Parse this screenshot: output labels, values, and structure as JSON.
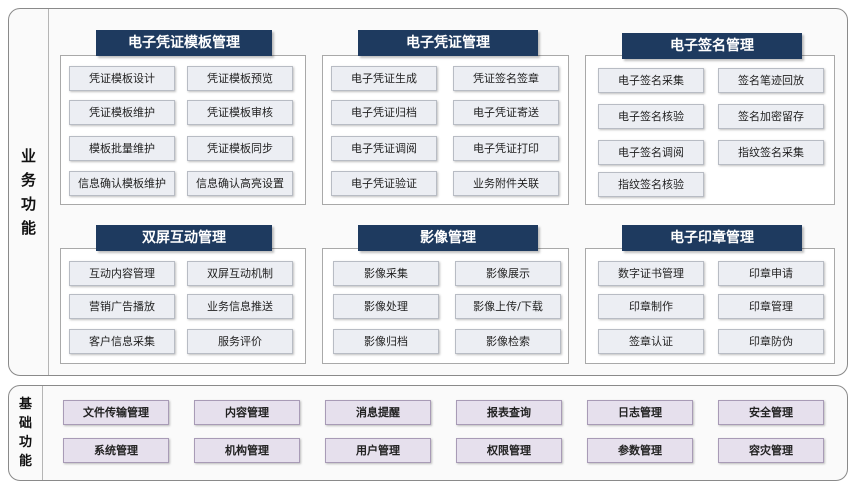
{
  "business": {
    "label": [
      "业",
      "务",
      "功",
      "能"
    ],
    "groups": [
      {
        "title": "电子凭证模板管理",
        "items": [
          "凭证模板设计",
          "凭证模板预览",
          "凭证模板维护",
          "凭证模板审核",
          "模板批量维护",
          "凭证模板同步",
          "信息确认模板维护",
          "信息确认高亮设置"
        ]
      },
      {
        "title": "电子凭证管理",
        "items": [
          "电子凭证生成",
          "凭证签名签章",
          "电子凭证归档",
          "电子凭证寄送",
          "电子凭证调阅",
          "电子凭证打印",
          "电子凭证验证",
          "业务附件关联"
        ]
      },
      {
        "title": "电子签名管理",
        "items": [
          "电子签名采集",
          "签名笔迹回放",
          "电子签名核验",
          "签名加密留存",
          "电子签名调阅",
          "指纹签名采集",
          "指纹签名核验"
        ]
      },
      {
        "title": "双屏互动管理",
        "items": [
          "互动内容管理",
          "双屏互动机制",
          "营销广告播放",
          "业务信息推送",
          "客户信息采集",
          "服务评价"
        ]
      },
      {
        "title": "影像管理",
        "items": [
          "影像采集",
          "影像展示",
          "影像处理",
          "影像上传/下载",
          "影像归档",
          "影像检索"
        ]
      },
      {
        "title": "电子印章管理",
        "items": [
          "数字证书管理",
          "印章申请",
          "印章制作",
          "印章管理",
          "签章认证",
          "印章防伪"
        ]
      }
    ]
  },
  "basic": {
    "label": [
      "基",
      "础",
      "功",
      "能"
    ],
    "items": [
      "文件传输管理",
      "内容管理",
      "消息提醒",
      "报表查询",
      "日志管理",
      "安全管理",
      "系统管理",
      "机构管理",
      "用户管理",
      "权限管理",
      "参数管理",
      "容灾管理"
    ]
  }
}
